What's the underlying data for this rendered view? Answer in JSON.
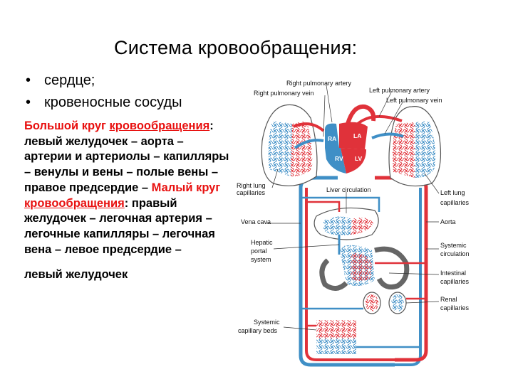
{
  "title": "Система кровообращения:",
  "bullets": [
    {
      "marker": "•",
      "text": "сердце;"
    },
    {
      "marker": "•",
      "text": "кровеносные сосуды"
    }
  ],
  "description": {
    "big_circle_line1": "Большой круг",
    "big_circle_line2": "кровообращения",
    "big_circle_rest": ": левый желудочек – аорта – артерии и артериолы – капилляры – венулы и вены – полые вены – правое предсердие –",
    "small_circle_line1": "Малый круг",
    "small_circle_line2": "кровообращения",
    "small_circle_rest": ": правый желудочек – легочная артерия – легочные капилляры – легочная вена – левое предсердие –",
    "ending": "левый желудочек"
  },
  "diagram": {
    "labels": {
      "right_pulmonary_artery": "Right pulmonary artery",
      "right_pulmonary_vein": "Right pulmonary vein",
      "left_pulmonary_artery": "Left pulmonary artery",
      "left_pulmonary_vein": "Left pulmonary vein",
      "right_lung_1": "Right lung",
      "right_lung_2": "capillaries",
      "liver_circulation": "Liver circulation",
      "left_lung_1": "Left lung",
      "left_lung_2": "capillaries",
      "vena_cava": "Vena cava",
      "aorta": "Aorta",
      "hepatic_1": "Hepatic",
      "hepatic_2": "portal",
      "hepatic_3": "system",
      "systemic_1": "Systemic",
      "systemic_2": "circulation",
      "intestinal_1": "Intestinal",
      "intestinal_2": "capillaries",
      "renal_1": "Renal",
      "renal_2": "capillaries",
      "systemic_beds_1": "Systemic",
      "systemic_beds_2": "capillary beds"
    },
    "chambers": {
      "ra": "RA",
      "la": "LA",
      "rv": "RV",
      "lv": "LV"
    },
    "colors": {
      "artery": "#e0323a",
      "vein": "#3f8fc6",
      "title": "#000000",
      "highlight": "#e8100f"
    }
  }
}
